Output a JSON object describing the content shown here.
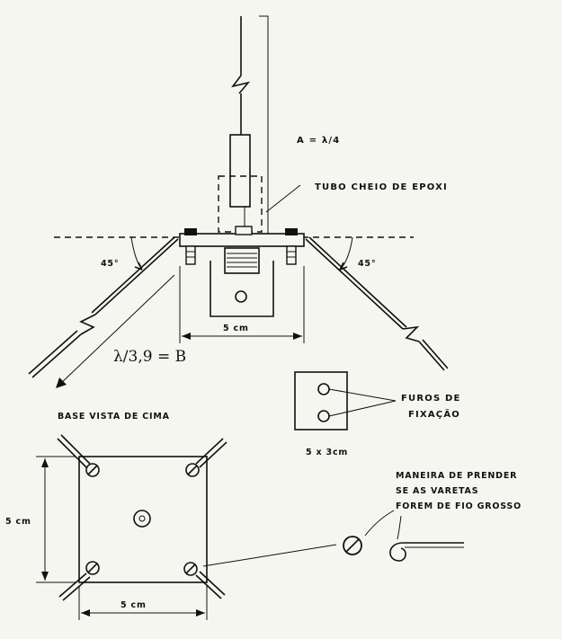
{
  "labels": {
    "quarter_wave": "A = λ/4",
    "epoxy_tube": "TUBO CHEIO DE EPOXI",
    "angle_left": "45°",
    "angle_right": "45°",
    "radial_length": "λ/3,9 = B",
    "base_width": "5 cm",
    "holes": [
      "FUROS DE",
      "FIXAÇÃO"
    ],
    "plate_size": "5 x 3cm",
    "top_view_title": "BASE VISTA DE CIMA",
    "top_view_height": "5 cm",
    "top_view_width": "5 cm",
    "fixing_note": [
      "MANEIRA DE PRENDER",
      "SE AS VARETAS",
      "FOREM DE FIO GROSSO"
    ]
  }
}
